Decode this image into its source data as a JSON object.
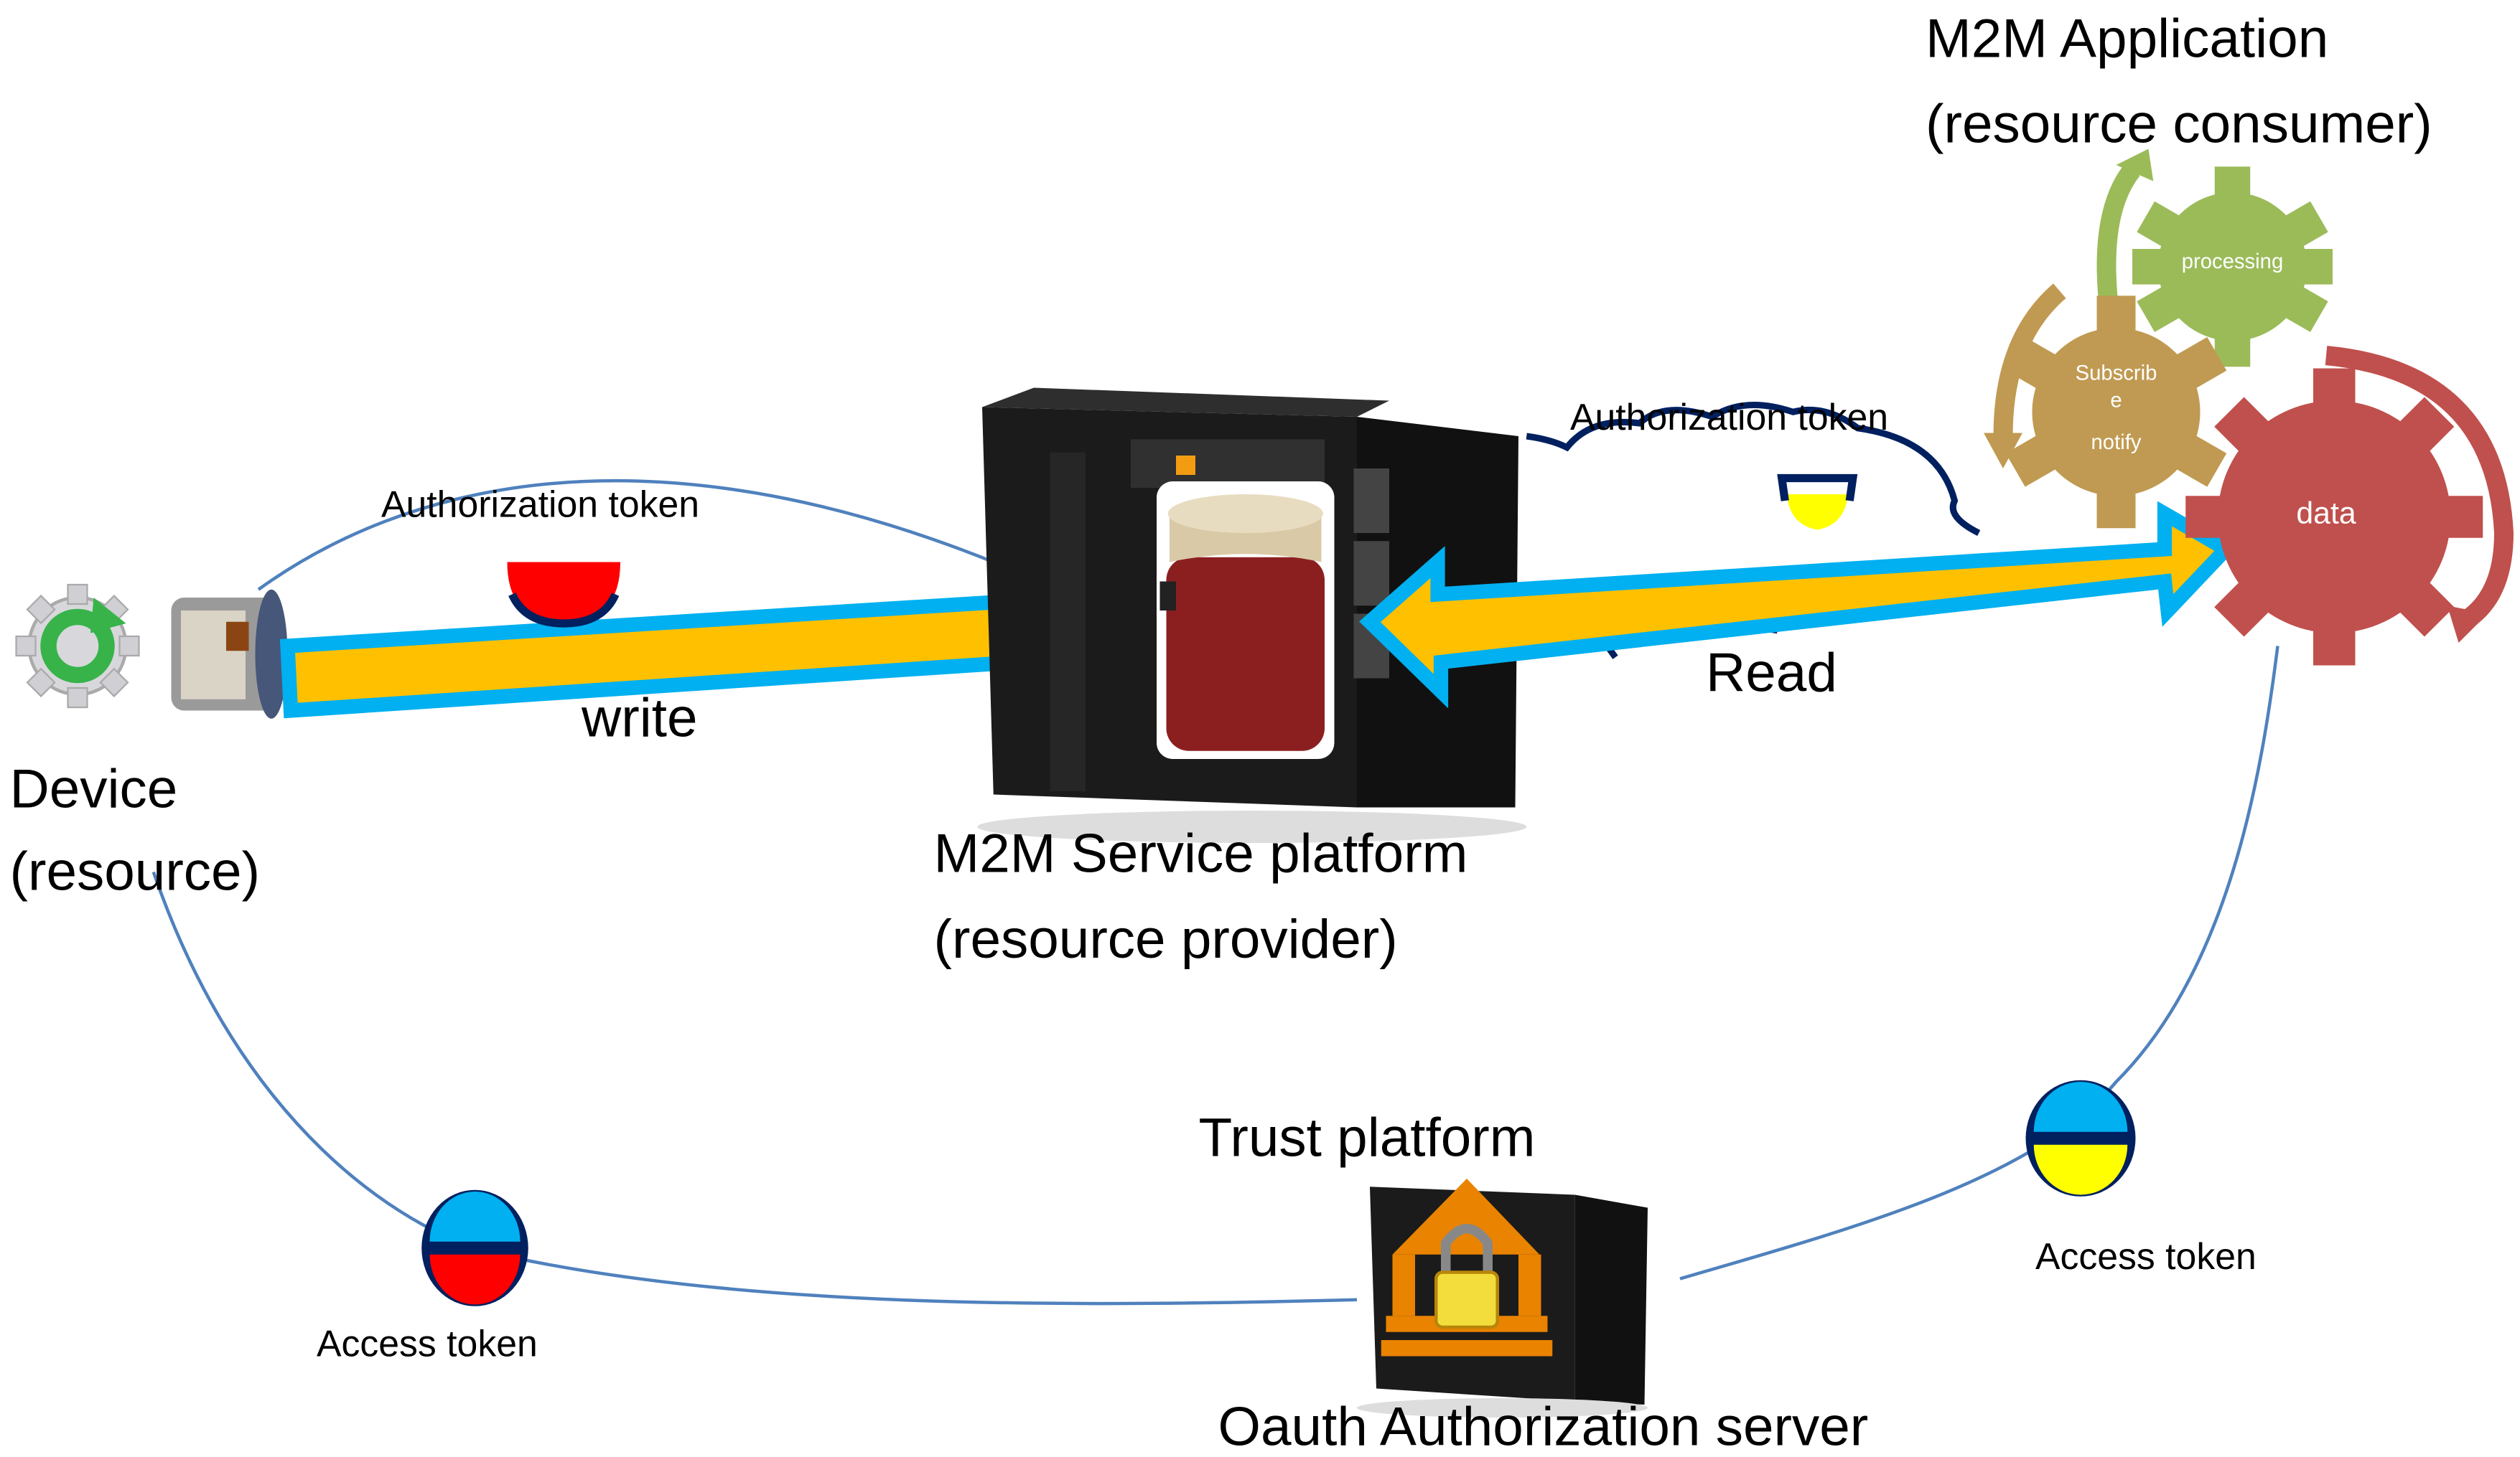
{
  "device": {
    "line1": "Device",
    "line2": "(resource)"
  },
  "service_platform": {
    "line1": "M2M Service platform",
    "line2": "(resource provider)"
  },
  "application": {
    "line1": "M2M Application",
    "line2": "(resource consumer)"
  },
  "trust_platform": {
    "title": "Trust platform",
    "subtitle": "Oauth Authorization server"
  },
  "flows": {
    "write_label": "write",
    "read_label": "Read",
    "auth_token_left": "Authorization token",
    "auth_token_right": "Authorization token",
    "access_token_left": "Access token",
    "access_token_right": "Access token"
  },
  "gears": {
    "processing": "processing",
    "subscribe_line1": "Subscrib",
    "subscribe_line2": "e",
    "subscribe_line3": "notify",
    "data": "data"
  },
  "colors": {
    "arrow_fill": "#FFC000",
    "arrow_border": "#00B0F0",
    "token_red": "#FF0000",
    "token_yellow": "#FFFF00",
    "token_blue": "#00B0F0",
    "token_outline": "#002060",
    "line": "#4F81BD",
    "gear_green": "#9BBB59",
    "gear_tan": "#C09A52",
    "gear_red": "#C0504D",
    "lock_orange": "#E98300"
  }
}
